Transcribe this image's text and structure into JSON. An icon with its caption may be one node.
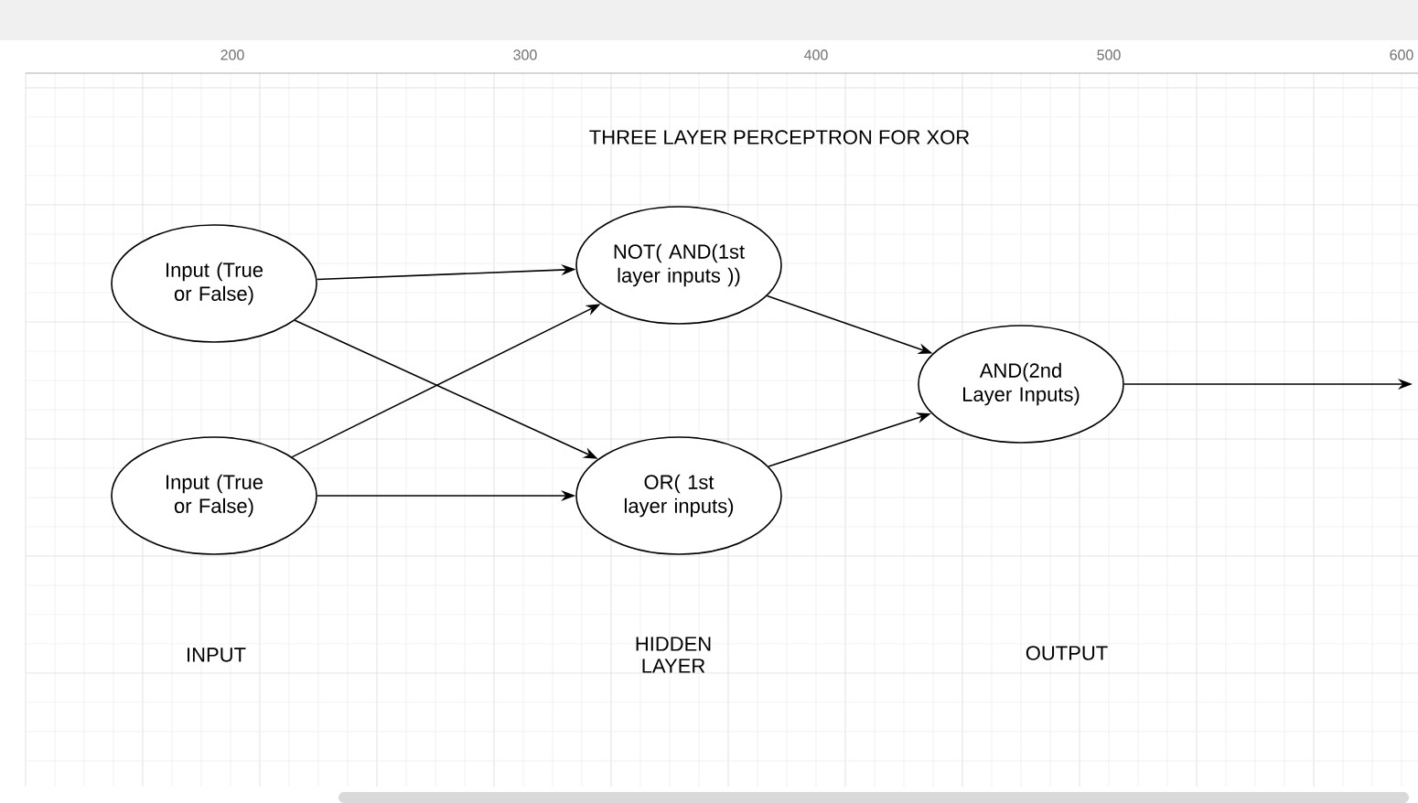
{
  "diagram": {
    "title": "THREE LAYER PERCEPTRON FOR XOR",
    "nodes": [
      {
        "text": [
          "Input (True or False)"
        ]
      },
      {
        "text": [
          "Input (True or False)"
        ]
      },
      {
        "text": [
          "NOT( AND(1st layer inputs ))"
        ]
      },
      {
        "text": [
          "OR( 1st layer inputs)"
        ]
      },
      {
        "text": [
          "AND(2nd Layer Inputs)"
        ]
      }
    ],
    "edges": [
      {
        "from": 0,
        "to": 2,
        "arrow": "to"
      },
      {
        "from": 0,
        "to": 3,
        "arrow": "to"
      },
      {
        "from": 1,
        "to": 2,
        "arrow": "to"
      },
      {
        "from": 1,
        "to": 3,
        "arrow": "to"
      },
      {
        "from": 2,
        "to": 4,
        "arrow": "to"
      },
      {
        "from": 3,
        "to": 4,
        "arrow": "to"
      },
      {
        "from": 4,
        "to": null,
        "arrow": "to"
      }
    ],
    "labels": [
      "200",
      "300",
      "400",
      "500",
      "600",
      "INPUT",
      "HIDDEN LAYER",
      "OUTPUT"
    ]
  }
}
